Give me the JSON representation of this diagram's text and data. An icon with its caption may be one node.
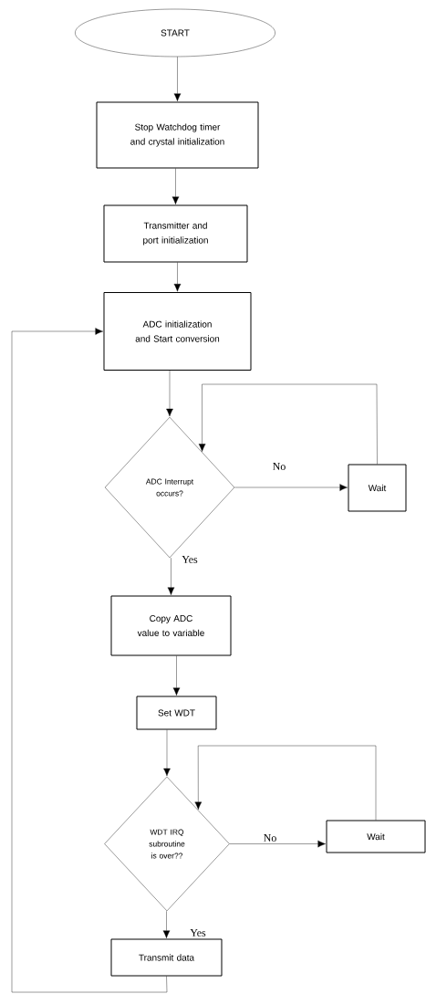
{
  "diagram": {
    "nodes": [
      {
        "text": [
          "START"
        ]
      },
      {
        "text": [
          "Stop Watchdog timer and crystal initialization"
        ]
      },
      {
        "text": [
          "Transmitter and port initialization"
        ]
      },
      {
        "text": [
          "ADC initialization and Start conversion"
        ]
      },
      {
        "text": [
          "ADC Interrupt occurs?"
        ]
      },
      {
        "text": [
          "Wait"
        ]
      },
      {
        "text": [
          "Copy ADC value to variable"
        ]
      },
      {
        "text": [
          "Set WDT"
        ]
      },
      {
        "text": [
          "WDT IRQ subroutine is over??"
        ]
      },
      {
        "text": [
          "Wait"
        ]
      },
      {
        "text": [
          "Transmit data"
        ]
      }
    ],
    "edges": [
      {
        "from": 0,
        "to": 1,
        "arrow": "to"
      },
      {
        "from": 1,
        "to": 2,
        "arrow": "to"
      },
      {
        "from": 2,
        "to": 3,
        "arrow": "to"
      },
      {
        "from": 3,
        "to": 4,
        "arrow": "to"
      },
      {
        "from": 4,
        "to": 5,
        "arrow": "to",
        "label": "No"
      },
      {
        "from": 5,
        "to": 4,
        "arrow": "to"
      },
      {
        "from": 4,
        "to": 6,
        "arrow": "to",
        "label": "Yes"
      },
      {
        "from": 6,
        "to": 7,
        "arrow": "to"
      },
      {
        "from": 7,
        "to": 8,
        "arrow": "to"
      },
      {
        "from": 8,
        "to": 9,
        "arrow": "to",
        "label": "No"
      },
      {
        "from": 9,
        "to": 8,
        "arrow": "to"
      },
      {
        "from": 8,
        "to": 10,
        "arrow": "to",
        "label": "Yes"
      },
      {
        "from": 10,
        "to": 3,
        "arrow": "to"
      }
    ]
  }
}
